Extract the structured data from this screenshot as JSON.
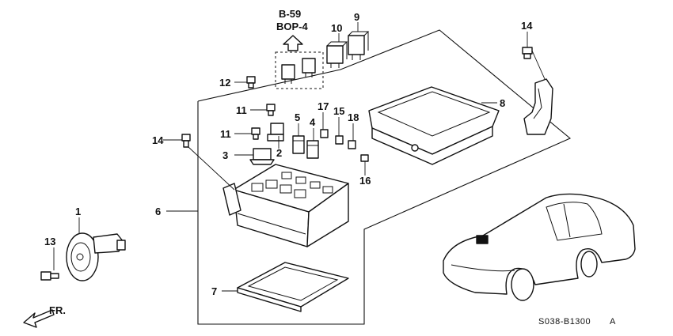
{
  "diagram": {
    "reference_labels": [
      "B-59",
      "BOP-4"
    ],
    "callouts": [
      "1",
      "2",
      "3",
      "4",
      "5",
      "6",
      "7",
      "8",
      "9",
      "10",
      "11",
      "11",
      "12",
      "13",
      "14",
      "14",
      "15",
      "16",
      "17",
      "18"
    ],
    "direction_label": "FR.",
    "drawing_code": "S038-B1300",
    "drawing_rev": "A"
  }
}
